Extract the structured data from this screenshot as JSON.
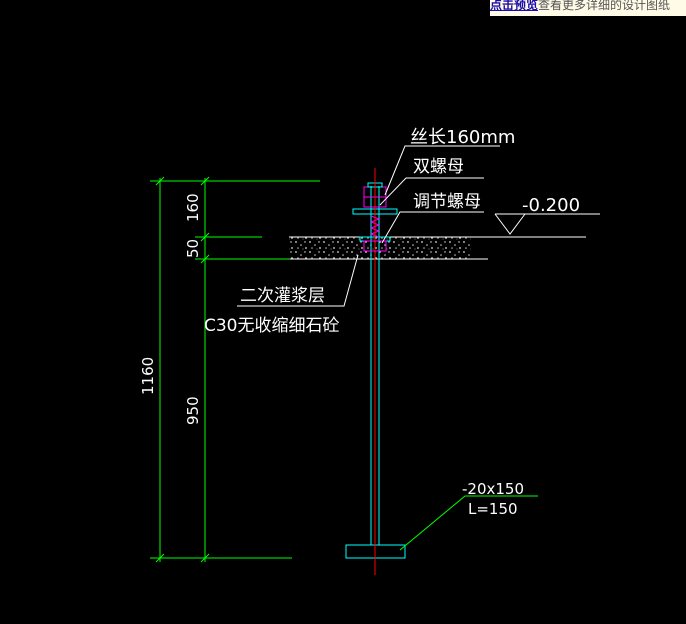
{
  "banner": {
    "link_text": "点击预览",
    "rest_text": "查看更多详细的设计图纸"
  },
  "labels": {
    "thread_length": "丝长160mm",
    "double_nut": "双螺母",
    "adjust_nut": "调节螺母",
    "elevation": "-0.200",
    "grout_layer": "二次灌浆层",
    "grout_material": "C30无收缩细石砼",
    "plate_size": "-20x150",
    "plate_length": "L=150"
  },
  "dimensions": {
    "overall": "1160",
    "top_segment": "160",
    "grout_segment": "50",
    "embed_segment": "950"
  },
  "colors": {
    "background": "#000000",
    "dimension": "#00ff00",
    "text": "#ffffff",
    "bolt": "#00ffff",
    "center_line": "#ff0000",
    "nut": "#ff00ff",
    "leader": "#00ff00",
    "concrete": "#dddddd"
  }
}
